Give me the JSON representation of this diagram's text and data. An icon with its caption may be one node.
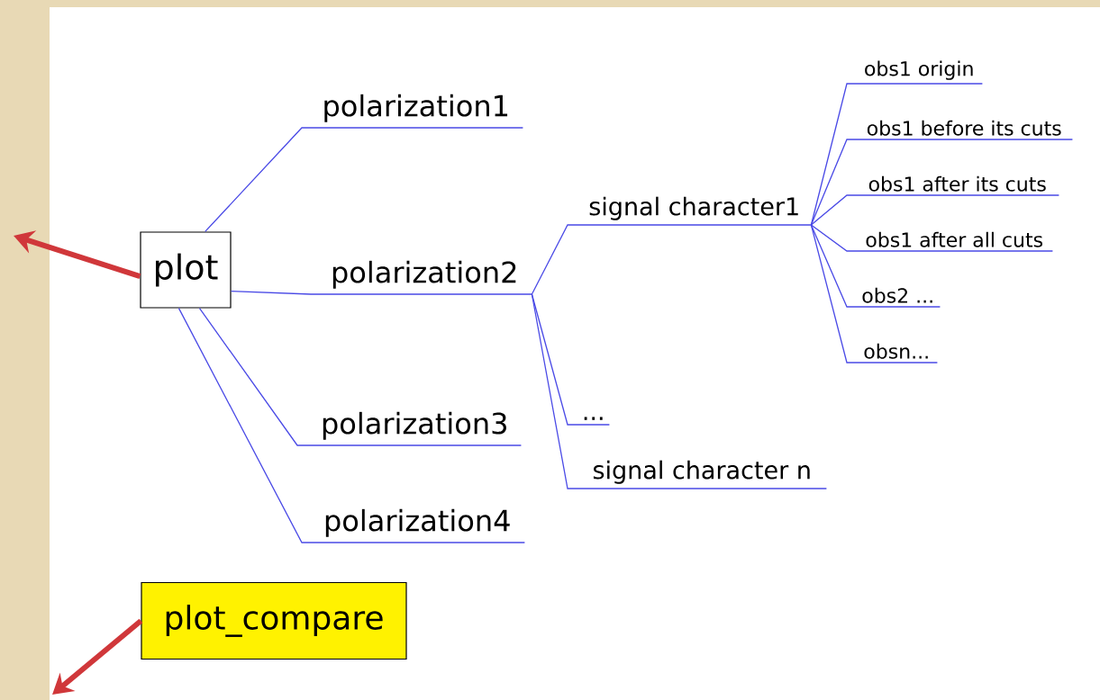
{
  "diagram": {
    "nodes": [
      {
        "text": [
          "plot"
        ]
      },
      {
        "text": [
          "polarization1"
        ]
      },
      {
        "text": [
          "polarization2"
        ]
      },
      {
        "text": [
          "polarization3"
        ]
      },
      {
        "text": [
          "polarization4"
        ]
      },
      {
        "text": [
          "signal character1"
        ]
      },
      {
        "text": [
          "..."
        ]
      },
      {
        "text": [
          "signal character n"
        ]
      },
      {
        "text": [
          "obs1 origin"
        ]
      },
      {
        "text": [
          "obs1 before its cuts"
        ]
      },
      {
        "text": [
          "obs1 after its  cuts"
        ]
      },
      {
        "text": [
          "obs1 after all cuts"
        ]
      },
      {
        "text": [
          "obs2 ..."
        ]
      },
      {
        "text": [
          "obsn..."
        ]
      },
      {
        "text": [
          "plot_compare"
        ]
      }
    ],
    "edges": [
      {
        "from": 0,
        "to": 1,
        "arrow": "none"
      },
      {
        "from": 0,
        "to": 2,
        "arrow": "none"
      },
      {
        "from": 0,
        "to": 3,
        "arrow": "none"
      },
      {
        "from": 0,
        "to": 4,
        "arrow": "none"
      },
      {
        "from": 2,
        "to": 5,
        "arrow": "none"
      },
      {
        "from": 2,
        "to": 6,
        "arrow": "none"
      },
      {
        "from": 2,
        "to": 7,
        "arrow": "none"
      },
      {
        "from": 5,
        "to": 8,
        "arrow": "none"
      },
      {
        "from": 5,
        "to": 9,
        "arrow": "none"
      },
      {
        "from": 5,
        "to": 10,
        "arrow": "none"
      },
      {
        "from": 5,
        "to": 11,
        "arrow": "none"
      },
      {
        "from": 5,
        "to": 12,
        "arrow": "none"
      },
      {
        "from": 5,
        "to": 13,
        "arrow": "none"
      },
      {
        "from": 0,
        "to": null,
        "arrow": "to",
        "style": "thick",
        "color": "#d0373a"
      },
      {
        "from": 14,
        "to": null,
        "arrow": "to",
        "style": "thick",
        "color": "#d0373a"
      }
    ]
  }
}
